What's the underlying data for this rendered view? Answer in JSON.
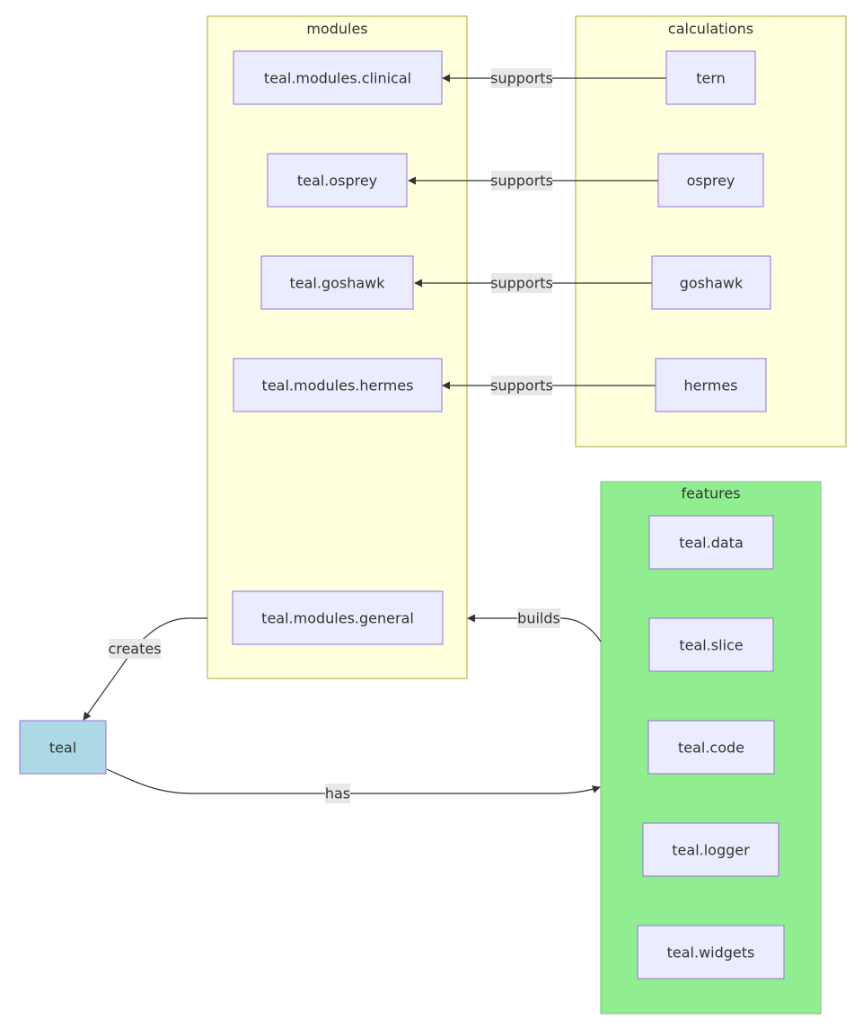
{
  "clusters": {
    "modules": "modules",
    "calculations": "calculations",
    "features": "features"
  },
  "nodes": {
    "clinical": "teal.modules.clinical",
    "osprey_mod": "teal.osprey",
    "goshawk_mod": "teal.goshawk",
    "hermes_mod": "teal.modules.hermes",
    "general": "teal.modules.general",
    "tern": "tern",
    "osprey": "osprey",
    "goshawk": "goshawk",
    "hermes": "hermes",
    "data": "teal.data",
    "slice": "teal.slice",
    "code": "teal.code",
    "logger": "teal.logger",
    "widgets": "teal.widgets",
    "teal": "teal"
  },
  "edges": {
    "supports": "supports",
    "builds": "builds",
    "creates": "creates",
    "has": "has"
  },
  "colors": {
    "cluster_yellow": "#ffffde",
    "cluster_green": "#90ee90",
    "node_fill": "#ececff",
    "node_stroke": "#9370db",
    "teal_fill": "#add8e6"
  }
}
